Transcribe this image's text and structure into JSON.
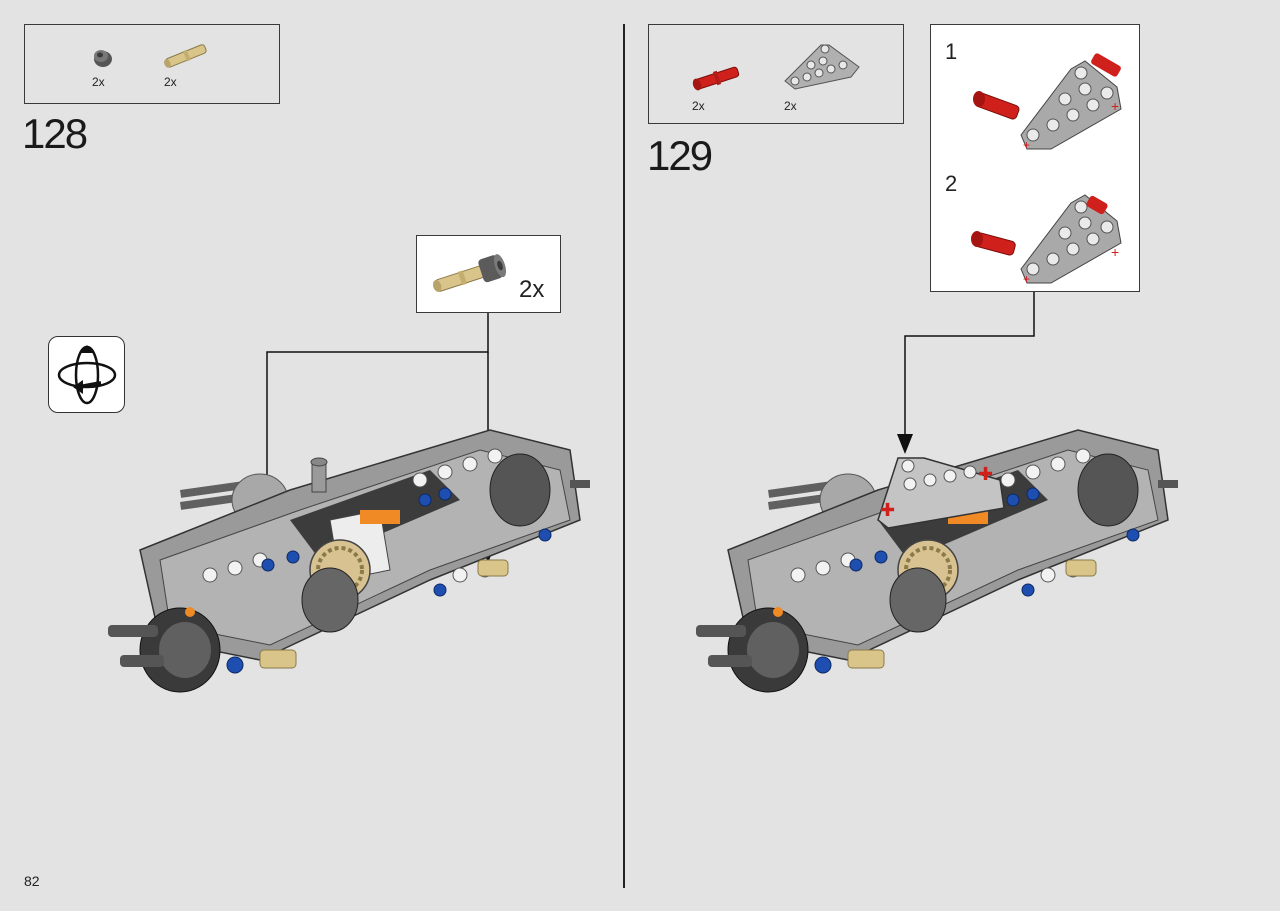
{
  "page_number": "82",
  "steps": [
    {
      "number": "128",
      "parts": [
        {
          "name": "bush-dark-grey",
          "quantity": "2x"
        },
        {
          "name": "axle-pin-tan",
          "quantity": "2x"
        }
      ],
      "callout": {
        "quantity": "2x"
      },
      "rotate_icon": "rotate-model-icon"
    },
    {
      "number": "129",
      "parts": [
        {
          "name": "axle-pin-red",
          "quantity": "2x"
        },
        {
          "name": "triangle-beam-grey",
          "quantity": "2x"
        }
      ],
      "substeps": [
        {
          "number": "1"
        },
        {
          "number": "2"
        }
      ]
    }
  ],
  "colors": {
    "background": "#e3e3e3",
    "beam_grey": "#a9a9a9",
    "dark_grey": "#4a4a4a",
    "tan": "#d9c48a",
    "red": "#d0201c",
    "blue": "#1e4fb0",
    "orange": "#f08a24"
  }
}
